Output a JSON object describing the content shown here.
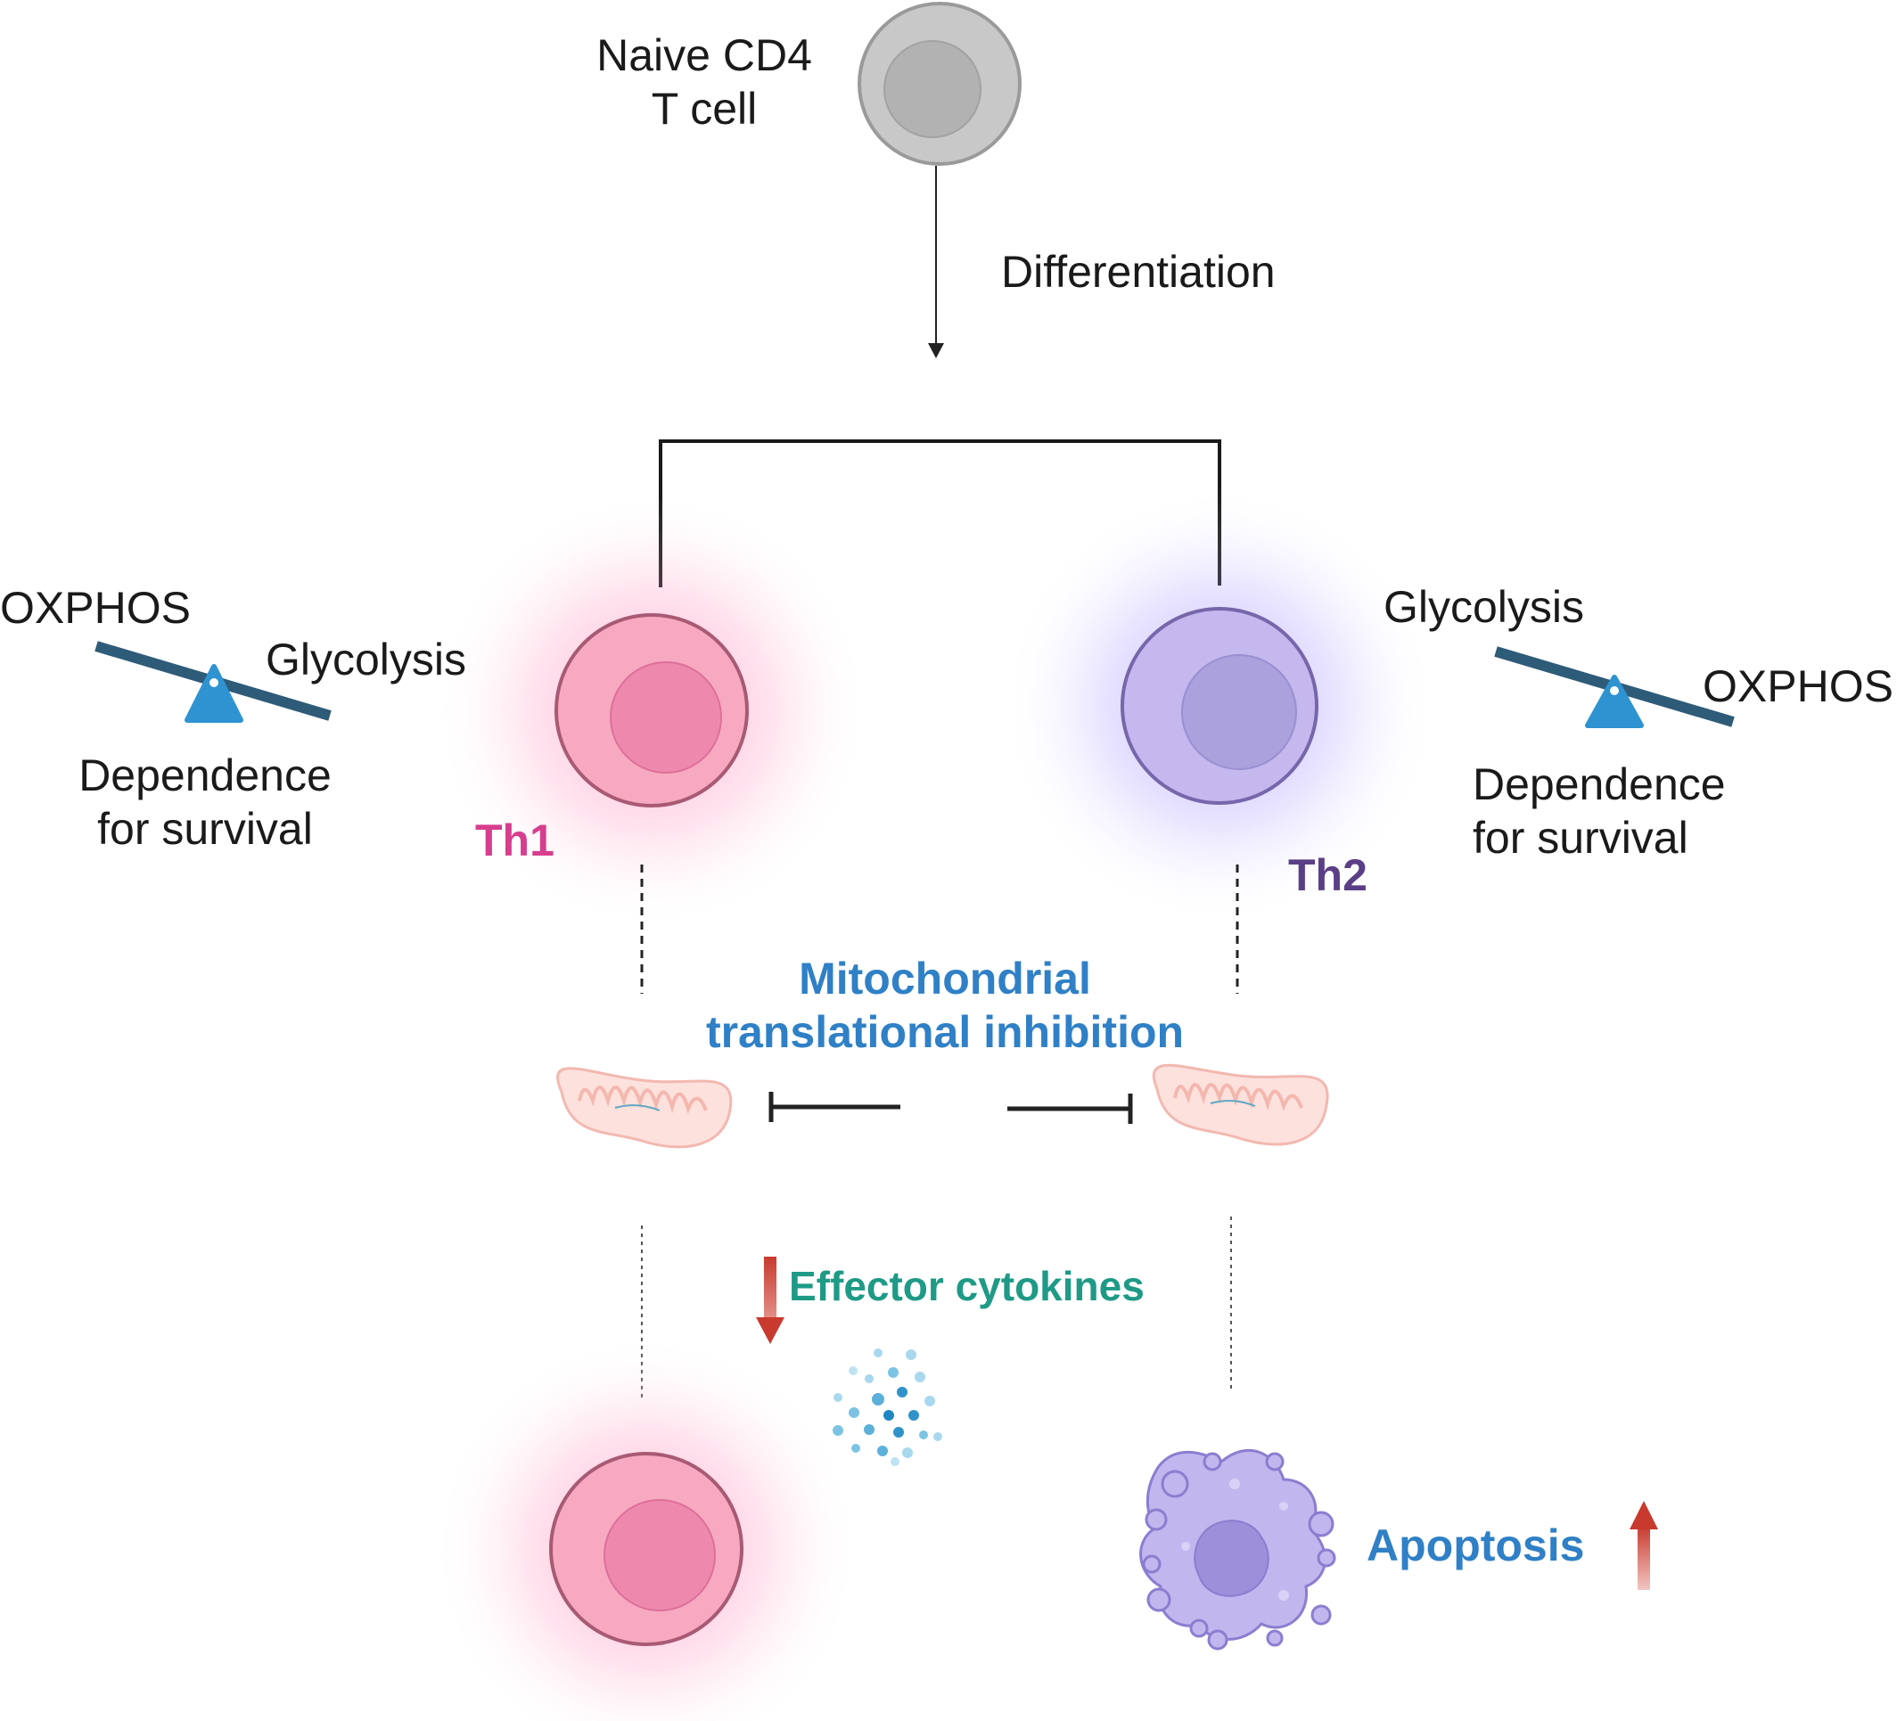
{
  "naive": {
    "line1": "Naive CD4",
    "line2": "T cell"
  },
  "differentiation": "Differentiation",
  "left_balance": {
    "high": "OXPHOS",
    "low": "Glycolysis",
    "caption1": "Dependence",
    "caption2": "for survival"
  },
  "right_balance": {
    "high": "Glycolysis",
    "low": "OXPHOS",
    "caption1": "Dependence",
    "caption2": "for survival"
  },
  "th1": "Th1",
  "th2": "Th2",
  "mito": {
    "line1": "Mitochondrial",
    "line2": "translational inhibition"
  },
  "effector": "Effector cytokines",
  "apoptosis": "Apoptosis",
  "colors": {
    "th1": "#d63e8e",
    "th2": "#5b3f86",
    "blue_text": "#2f80c6",
    "teal_text": "#1e9a86",
    "red_arrow": "#c83a2e",
    "balance_beam": "#2e5b78",
    "balance_pivot": "#2f93d1"
  }
}
